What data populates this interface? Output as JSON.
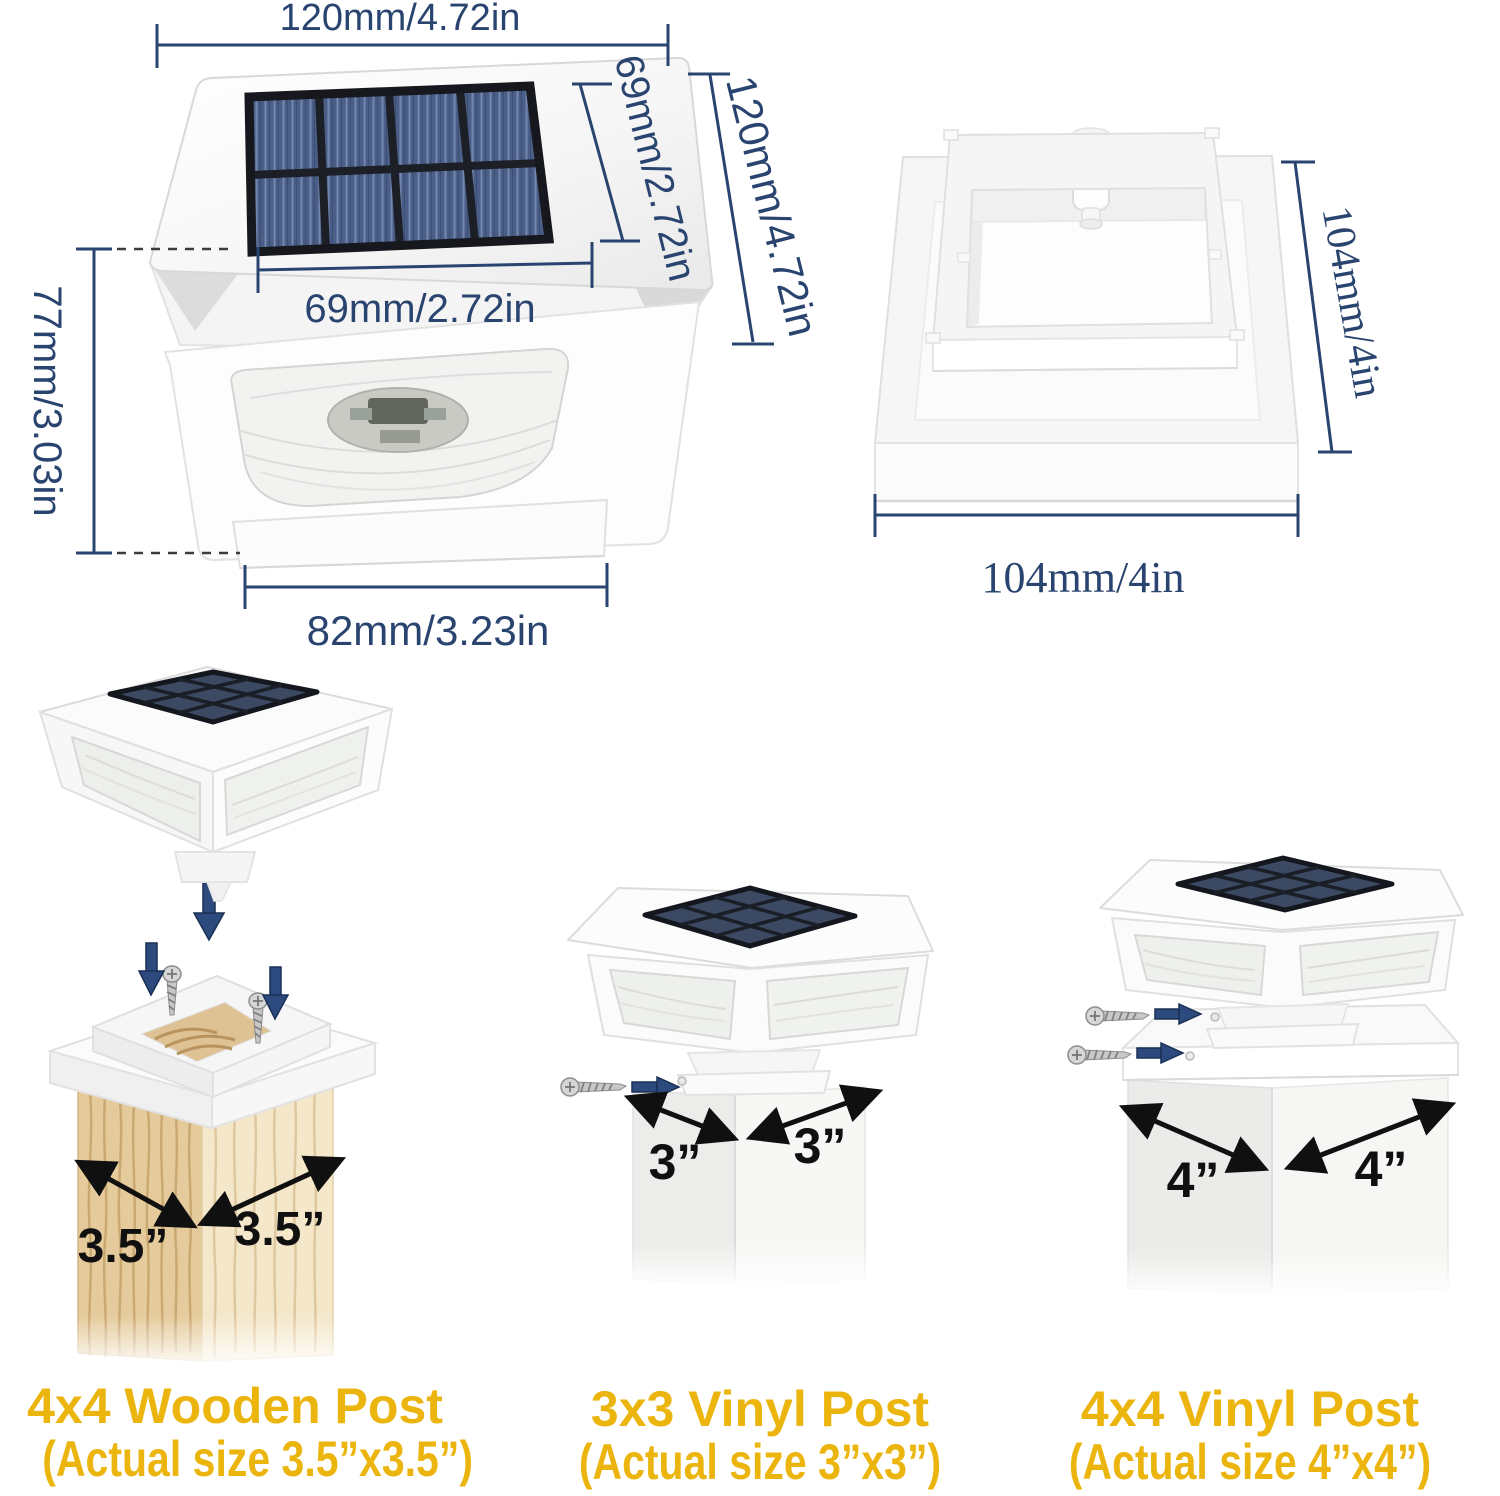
{
  "figure": {
    "background": "#ffffff",
    "dimension_color": "#2a4470",
    "label_color": "#ecb50e",
    "assembly_arrow_color": "#2c4a7e"
  },
  "cap_light": {
    "dim_top_width": "120mm/4.72in",
    "dim_panel_side": "69mm/2.72in",
    "dim_side": "120mm/4.72in",
    "dim_panel_width": "69mm/2.72in",
    "dim_height": "77mm/3.03in",
    "dim_base_width": "82mm/3.23in"
  },
  "mount_base": {
    "dim_side": "104mm/4in",
    "dim_width": "104mm/4in"
  },
  "installations": [
    {
      "title": "4x4 Wooden Post",
      "subtitle": "(Actual size 3.5”x3.5”)",
      "dim_left": "3.5”",
      "dim_right": "3.5”"
    },
    {
      "title": "3x3 Vinyl Post",
      "subtitle": "(Actual size 3”x3”)",
      "dim_left": "3”",
      "dim_right": "3”"
    },
    {
      "title": "4x4 Vinyl Post",
      "subtitle": "(Actual size 4”x4”)",
      "dim_left": "4”",
      "dim_right": "4”"
    }
  ]
}
